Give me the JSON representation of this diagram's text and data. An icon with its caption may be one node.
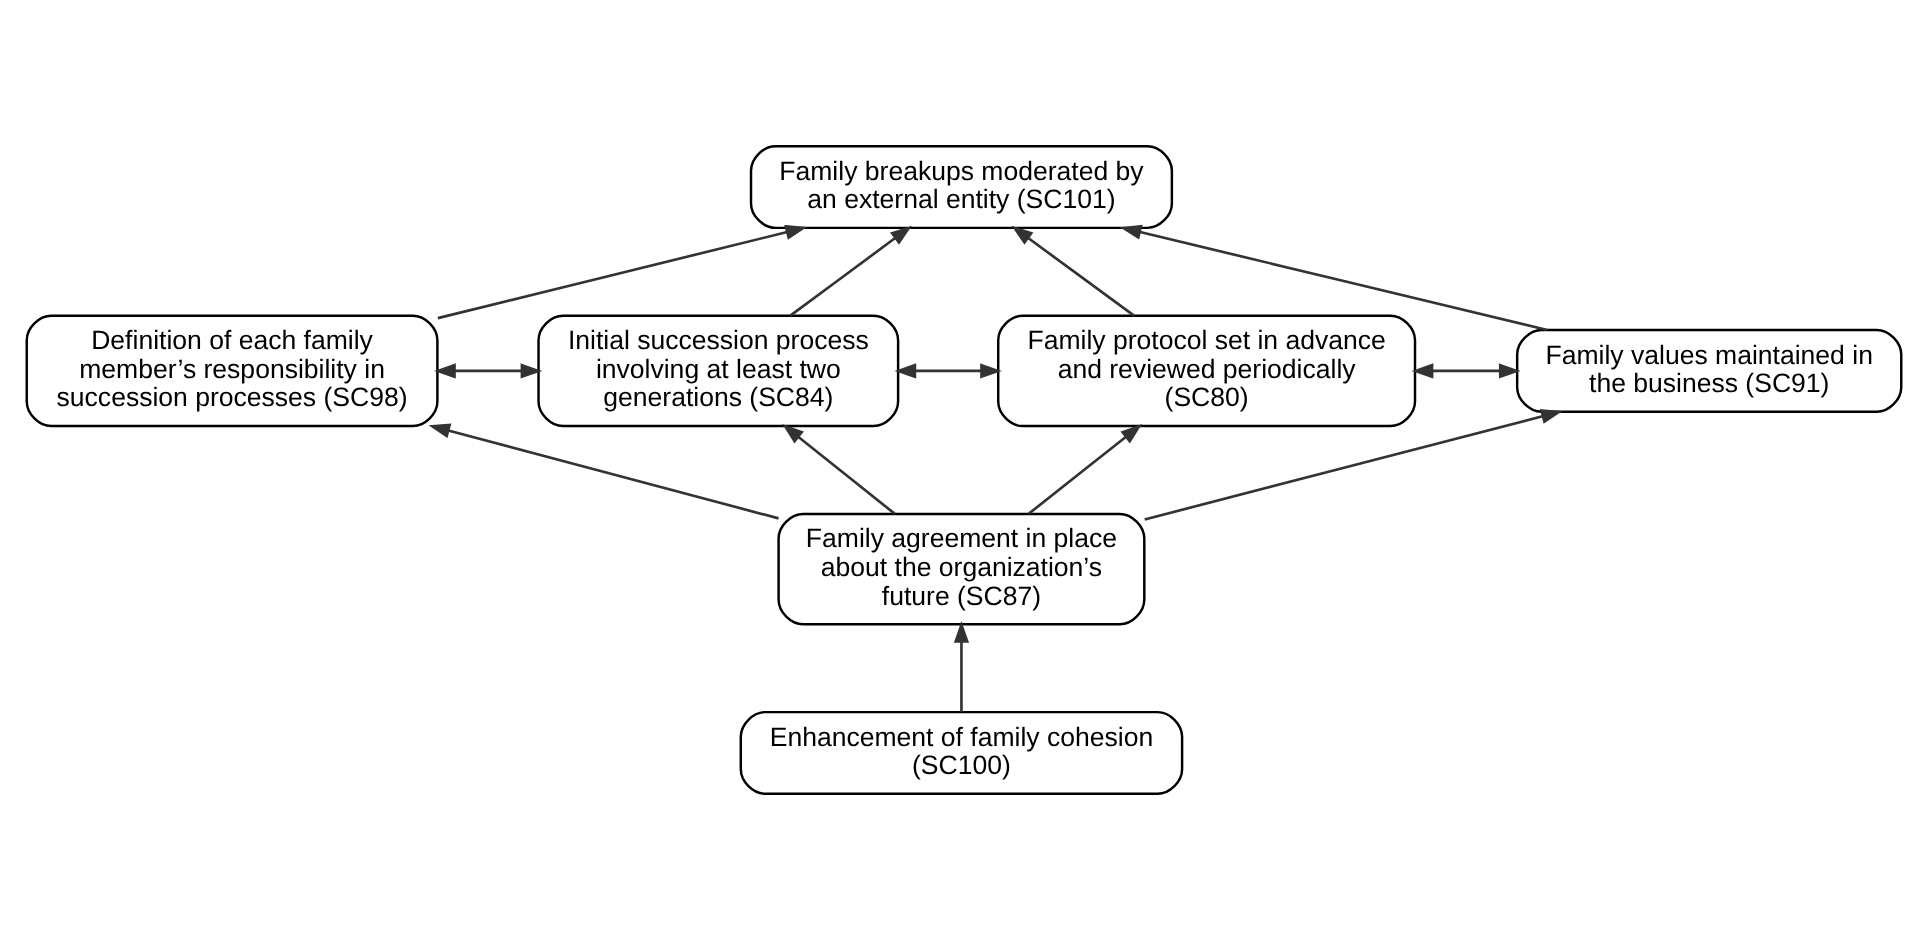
{
  "diagram": {
    "nodes": [
      {
        "text": [
          "Family breakups moderated by an external entity (SC101)"
        ]
      },
      {
        "text": [
          "Definition of each family member’s responsibility in succession processes (SC98)"
        ]
      },
      {
        "text": [
          "Initial succession process involving at least two generations (SC84)"
        ]
      },
      {
        "text": [
          "Family protocol set in advance and reviewed periodically (SC80)"
        ]
      },
      {
        "text": [
          "Family values maintained in the business (SC91)"
        ]
      },
      {
        "text": [
          "Family agreement in place about the organization’s future (SC87)"
        ]
      },
      {
        "text": [
          "Enhancement of family cohesion (SC100)"
        ]
      }
    ],
    "edges": [
      {
        "from": 1,
        "to": 0,
        "arrow": "to"
      },
      {
        "from": 2,
        "to": 0,
        "arrow": "to"
      },
      {
        "from": 3,
        "to": 0,
        "arrow": "to"
      },
      {
        "from": 4,
        "to": 0,
        "arrow": "to"
      },
      {
        "from": 1,
        "to": 2,
        "arrow": "both"
      },
      {
        "from": 2,
        "to": 3,
        "arrow": "both"
      },
      {
        "from": 3,
        "to": 4,
        "arrow": "both"
      },
      {
        "from": 5,
        "to": 1,
        "arrow": "to"
      },
      {
        "from": 5,
        "to": 2,
        "arrow": "to"
      },
      {
        "from": 5,
        "to": 3,
        "arrow": "to"
      },
      {
        "from": 5,
        "to": 4,
        "arrow": "to"
      },
      {
        "from": 6,
        "to": 5,
        "arrow": "to"
      }
    ]
  }
}
